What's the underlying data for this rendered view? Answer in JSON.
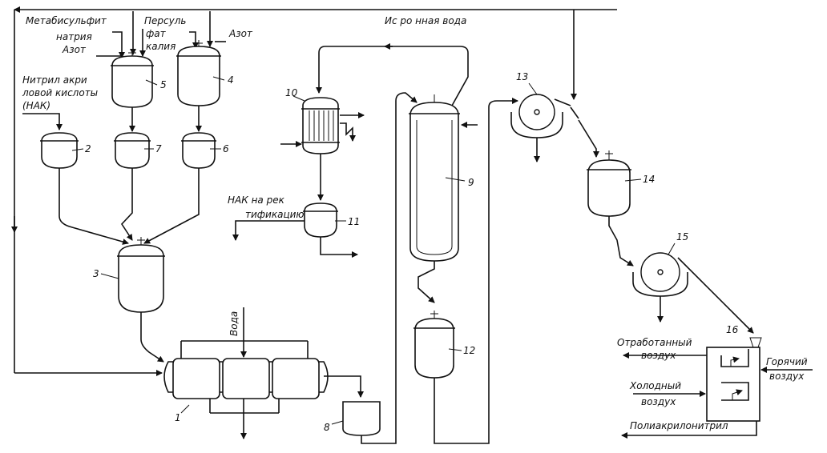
{
  "labels": {
    "metabisulfite_line1": "Метабисульфит",
    "metabisulfite_line2": "натрия",
    "nitrogen_left": "Азот",
    "persulfate_line1": "Персуль",
    "persulfate_line2": "фат",
    "persulfate_line3": "калия",
    "nitrogen_right": "Азот",
    "recycled_water": "Ис  ро     нная вода",
    "acrylonitrile_line1": "Нитрил акри",
    "acrylonitrile_line2": "ловой кислоты",
    "acrylonitrile_line3": "(НАК)",
    "nak_rect_line1": "НАК на рек",
    "nak_rect_line2": "тификацию",
    "water": "Вода",
    "exhaust_air_line1": "Отработанный",
    "exhaust_air_line2": "воздух",
    "hot_air_line1": "Горячий",
    "hot_air_line2": "воздух",
    "cold_air_line1": "Холодный",
    "cold_air_line2": "воздух",
    "polyacrylonitrile": "Полиакрилонитрил"
  },
  "numbers": [
    "1",
    "2",
    "3",
    "4",
    "5",
    "6",
    "7",
    "8",
    "9",
    "10",
    "11",
    "12",
    "13",
    "14",
    "15",
    "16"
  ]
}
